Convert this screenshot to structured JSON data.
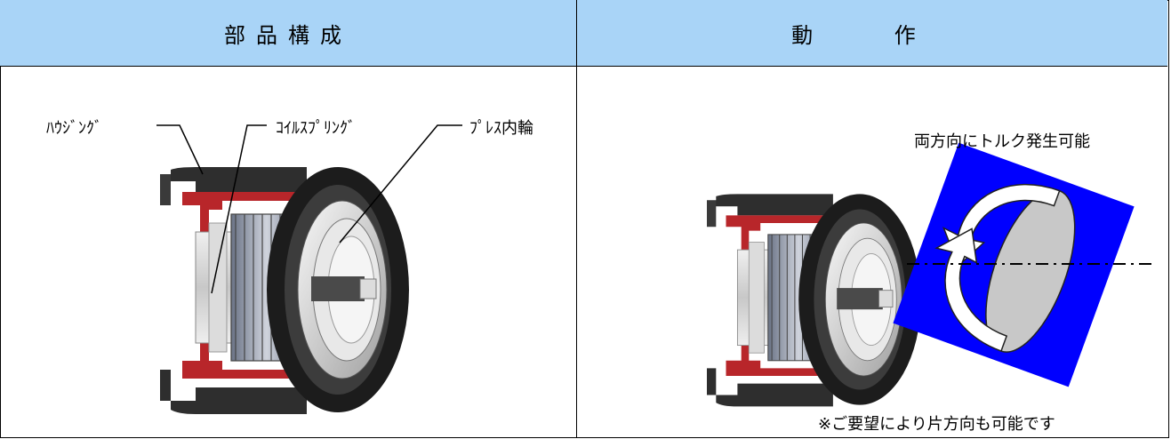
{
  "headers": {
    "components": "部品構成",
    "operation": "動 作"
  },
  "labels": {
    "housing": "ﾊｳｼﾞﾝｸﾞ",
    "coil_spring": "ｺｲﾙｽﾌﾟﾘﾝｸﾞ",
    "press_inner_ring": "ﾌﾟﾚｽ内輪"
  },
  "notes": {
    "bidirectional": "両方向にトルク発生可能",
    "one_direction": "※ご要望により片方向も可能です"
  },
  "colors": {
    "header_bg": "#a9d4f7",
    "housing": "#3a3a3a",
    "housing_red": "#b8262a",
    "torque_square": "#0000ff"
  }
}
